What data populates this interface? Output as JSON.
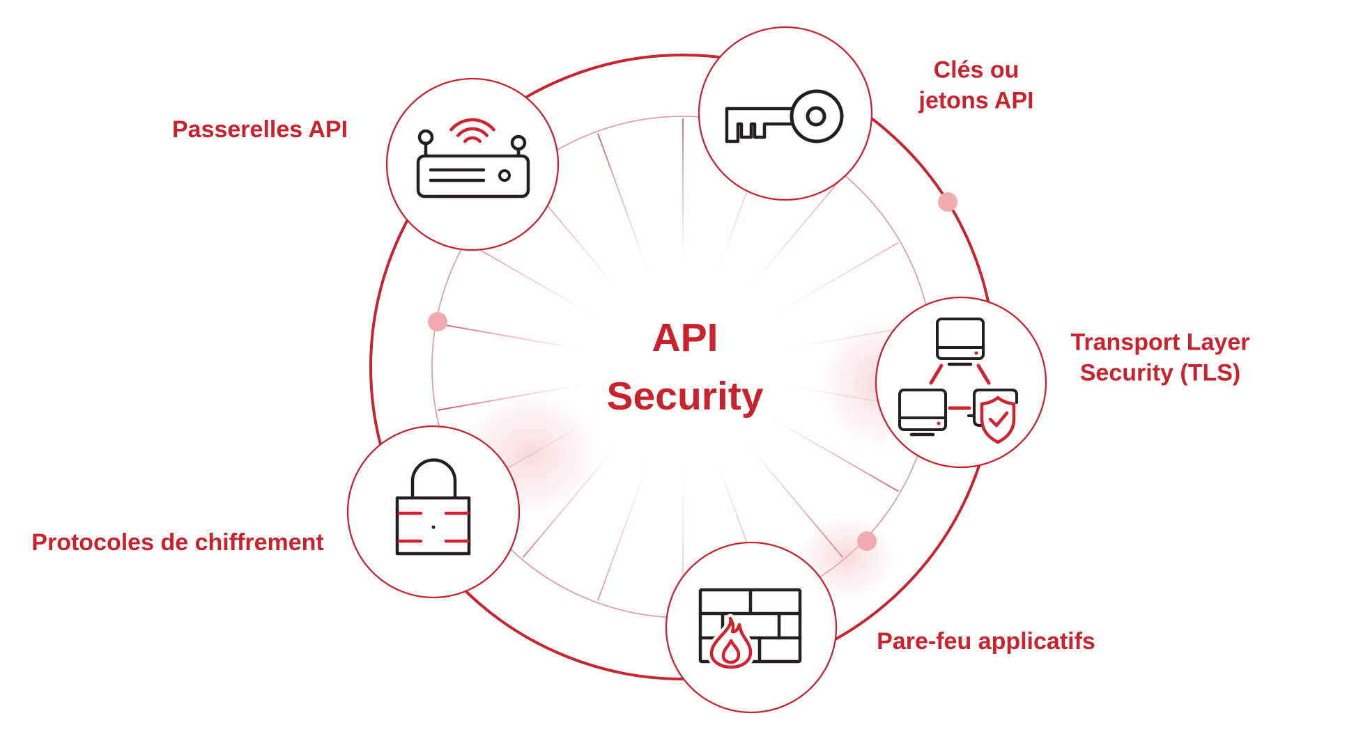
{
  "title": "API Security diagram",
  "center": {
    "line1": "API",
    "line2": "Security"
  },
  "nodes": [
    {
      "id": "api-gateways",
      "label": "Passerelles API",
      "icon": "router-icon"
    },
    {
      "id": "api-keys-tokens",
      "label": "Clés ou\njetons API",
      "icon": "key-icon"
    },
    {
      "id": "transport-layer-security",
      "label": "Transport Layer\nSecurity (TLS)",
      "icon": "network-shield-icon"
    },
    {
      "id": "application-firewalls",
      "label": "Pare-feu applicatifs",
      "icon": "firewall-icon"
    },
    {
      "id": "encryption-protocols",
      "label": "Protocoles de chiffrement",
      "icon": "padlock-icon"
    }
  ],
  "colors": {
    "background": "#ffffff",
    "accent_red": "#c8232e",
    "text_red": "#c9222d",
    "icon_red": "#d2222f",
    "icon_black": "#231f20",
    "inner_ring": "#dd99a1",
    "accent_dot": "#f1abb1",
    "glow_pink": "#f0b6bc"
  }
}
